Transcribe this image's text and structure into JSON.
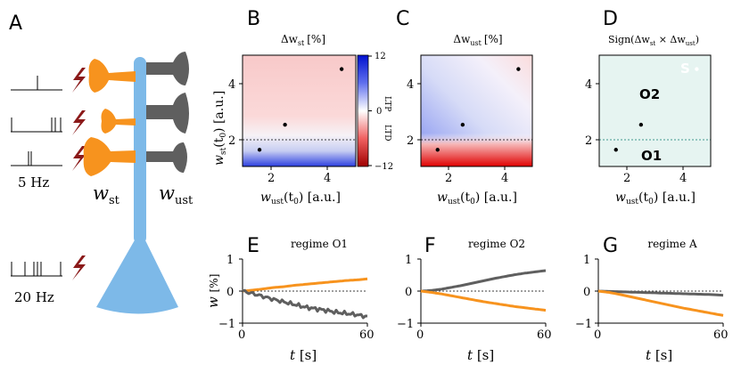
{
  "panels": {
    "A": {
      "letter": "A",
      "freq_5hz": "5 Hz",
      "freq_20hz": "20 Hz",
      "label_wst": "w",
      "label_wst_sub": "st",
      "label_wust": "w",
      "label_wust_sub": "ust"
    },
    "B": {
      "letter": "B",
      "title": "Δw",
      "title_sub": "st",
      "title_unit": "[%]"
    },
    "C": {
      "letter": "C",
      "title": "Δw",
      "title_sub": "ust",
      "title_unit": "[%]"
    },
    "D": {
      "letter": "D",
      "title": "Sign(Δw",
      "title_sub1": "st",
      "title_mid": " × Δw",
      "title_sub2": "ust",
      "title_end": ")",
      "region_o2": "O2",
      "region_o1": "O1",
      "region_s": "S"
    },
    "E": {
      "letter": "E",
      "title": "regime O1"
    },
    "F": {
      "letter": "F",
      "title": "regime O2"
    },
    "G": {
      "letter": "G",
      "title": "regime A"
    }
  },
  "axes": {
    "heatmap_xlabel": "w",
    "heatmap_xlabel_sub": "ust",
    "heatmap_xlabel_tail": "(t",
    "heatmap_xlabel_t0": "0",
    "heatmap_xlabel_unit": ") [a.u.]",
    "heatmap_ylabel": "w",
    "heatmap_ylabel_sub": "st",
    "heatmap_ylabel_tail": "(t",
    "heatmap_ylabel_t0": "0",
    "heatmap_ylabel_unit": ") [a.u.]",
    "xticks": [
      "2",
      "4"
    ],
    "yticks": [
      "2",
      "4"
    ],
    "ts_xlabel": "t",
    "ts_xlabel_unit": "[s]",
    "ts_ylabel": "w",
    "ts_ylabel_unit": "[%]",
    "ts_xticks": [
      "0",
      "60"
    ],
    "ts_yticks": [
      "1",
      "0",
      "−1"
    ]
  },
  "colorbar": {
    "ticks": [
      "12",
      "0",
      "−12"
    ],
    "ltp": "LTP",
    "ltd": "LTD"
  },
  "colors": {
    "orange": "#f7931e",
    "gray": "#5f5f5f",
    "blue_dendrite": "#7db9e8",
    "bolt": "#8b1a1a",
    "teal": "#0a7a6e",
    "mint": "#e6f4f1"
  },
  "chart_data": [
    {
      "type": "heatmap",
      "panel": "B",
      "xlim": [
        1,
        5
      ],
      "ylim": [
        1,
        5
      ],
      "points": [
        {
          "x": 1.6,
          "y": 1.6
        },
        {
          "x": 2.5,
          "y": 2.5
        },
        {
          "x": 4.5,
          "y": 4.5
        }
      ],
      "dashed_line_y": 2
    },
    {
      "type": "heatmap",
      "panel": "C",
      "xlim": [
        1,
        5
      ],
      "ylim": [
        1,
        5
      ],
      "points": [
        {
          "x": 1.6,
          "y": 1.6
        },
        {
          "x": 2.5,
          "y": 2.5
        },
        {
          "x": 4.5,
          "y": 4.5
        }
      ],
      "dashed_line_y": 2
    },
    {
      "type": "heatmap",
      "panel": "D",
      "xlim": [
        1,
        5
      ],
      "ylim": [
        1,
        5
      ],
      "points": [
        {
          "x": 1.6,
          "y": 1.6
        },
        {
          "x": 2.5,
          "y": 2.5
        },
        {
          "x": 4.5,
          "y": 4.5
        }
      ],
      "dashed_line_y": 2
    },
    {
      "type": "line",
      "panel": "E",
      "xlim": [
        0,
        60
      ],
      "ylim": [
        -1,
        1
      ],
      "x": [
        0,
        5,
        10,
        15,
        20,
        25,
        30,
        35,
        40,
        45,
        50,
        55,
        60
      ],
      "series": [
        {
          "color": "orange",
          "values": [
            0,
            0.03,
            0.07,
            0.11,
            0.14,
            0.18,
            0.21,
            0.24,
            0.27,
            0.3,
            0.33,
            0.35,
            0.38
          ]
        },
        {
          "color": "gray",
          "values": [
            0,
            -0.08,
            -0.17,
            -0.26,
            -0.34,
            -0.42,
            -0.5,
            -0.55,
            -0.6,
            -0.66,
            -0.7,
            -0.74,
            -0.8
          ]
        }
      ]
    },
    {
      "type": "line",
      "panel": "F",
      "xlim": [
        0,
        60
      ],
      "ylim": [
        -1,
        1
      ],
      "x": [
        0,
        5,
        10,
        15,
        20,
        25,
        30,
        35,
        40,
        45,
        50,
        55,
        60
      ],
      "series": [
        {
          "color": "gray",
          "values": [
            0,
            0.02,
            0.06,
            0.12,
            0.18,
            0.25,
            0.32,
            0.39,
            0.45,
            0.51,
            0.56,
            0.6,
            0.64
          ]
        },
        {
          "color": "orange",
          "values": [
            0,
            -0.04,
            -0.09,
            -0.15,
            -0.21,
            -0.27,
            -0.33,
            -0.38,
            -0.43,
            -0.48,
            -0.52,
            -0.56,
            -0.6
          ]
        }
      ]
    },
    {
      "type": "line",
      "panel": "G",
      "xlim": [
        0,
        60
      ],
      "ylim": [
        -1,
        1
      ],
      "x": [
        0,
        5,
        10,
        15,
        20,
        25,
        30,
        35,
        40,
        45,
        50,
        55,
        60
      ],
      "series": [
        {
          "color": "gray",
          "values": [
            0,
            -0.01,
            -0.02,
            -0.03,
            -0.04,
            -0.05,
            -0.06,
            -0.07,
            -0.08,
            -0.09,
            -0.1,
            -0.11,
            -0.13
          ]
        },
        {
          "color": "orange",
          "values": [
            0,
            -0.04,
            -0.1,
            -0.17,
            -0.24,
            -0.31,
            -0.38,
            -0.45,
            -0.52,
            -0.58,
            -0.64,
            -0.7,
            -0.76
          ]
        }
      ]
    }
  ]
}
